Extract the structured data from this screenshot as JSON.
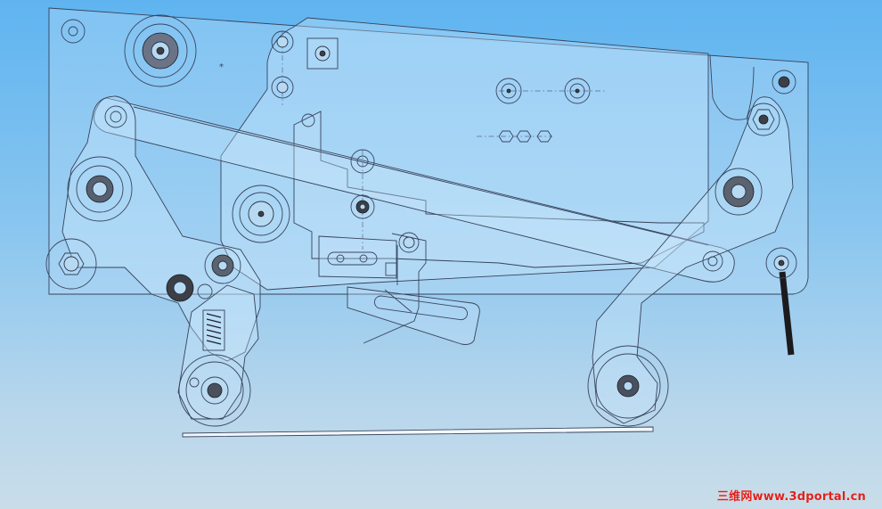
{
  "watermark": {
    "text": "三维网www.3dportal.cn",
    "color": "#e0201a"
  },
  "colors": {
    "background_top": "#5fb4f0",
    "background_bottom": "#c9dde9",
    "line": "#36425a"
  },
  "icons": [
    "wheel",
    "roller",
    "gear",
    "hex-nut",
    "spring",
    "cable",
    "slot",
    "bolt"
  ]
}
